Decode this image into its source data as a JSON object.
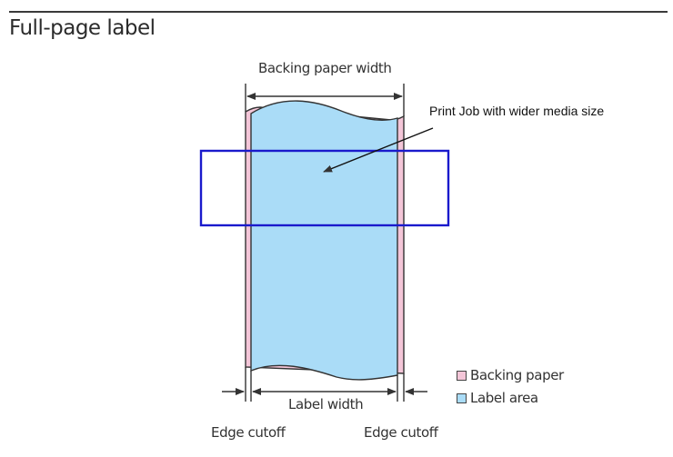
{
  "title": "Full-page label",
  "labels": {
    "backing_paper_width": "Backing paper width",
    "annotation": "Print Job with wider media size",
    "label_width": "Label width",
    "edge_cutoff_left": "Edge cutoff",
    "edge_cutoff_right": "Edge cutoff"
  },
  "legend": [
    {
      "label": "Backing paper",
      "color": "#f4c6d8"
    },
    {
      "label": "Label area",
      "color": "#aadcf7"
    }
  ],
  "colors": {
    "backing_paper": "#f4c6d8",
    "label_area": "#aadcf7",
    "highlight_box": "#1a1acc",
    "outline": "#333333"
  }
}
